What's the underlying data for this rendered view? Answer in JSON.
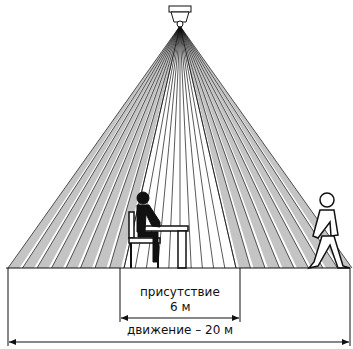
{
  "diagram": {
    "labels": [
      "присутствие",
      "6 м",
      "движение – 20 м"
    ]
  }
}
